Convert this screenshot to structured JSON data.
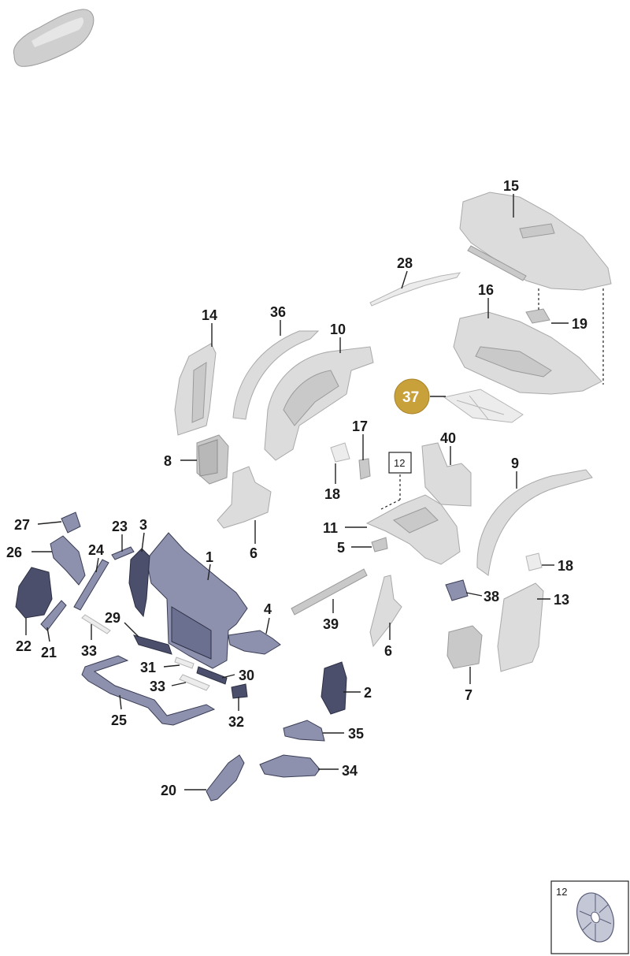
{
  "labels": {
    "l1": "1",
    "l2": "2",
    "l3": "3",
    "l4": "4",
    "l5": "5",
    "l6a": "6",
    "l6b": "6",
    "l7": "7",
    "l8": "8",
    "l9": "9",
    "l10": "10",
    "l11": "11",
    "l12": "12",
    "l13": "13",
    "l14": "14",
    "l15": "15",
    "l16": "16",
    "l17": "17",
    "l18a": "18",
    "l18b": "18",
    "l19": "19",
    "l20": "20",
    "l21": "21",
    "l22": "22",
    "l23": "23",
    "l24": "24",
    "l25": "25",
    "l26": "26",
    "l27": "27",
    "l28": "28",
    "l29": "29",
    "l30": "30",
    "l31": "31",
    "l32": "32",
    "l33a": "33",
    "l33b": "33",
    "l34": "34",
    "l35": "35",
    "l36": "36",
    "l37": "37",
    "l38": "38",
    "l39": "39",
    "l40": "40"
  },
  "inset": {
    "label": "12"
  },
  "highlight": {
    "color": "#c9a13b",
    "part": "37"
  }
}
